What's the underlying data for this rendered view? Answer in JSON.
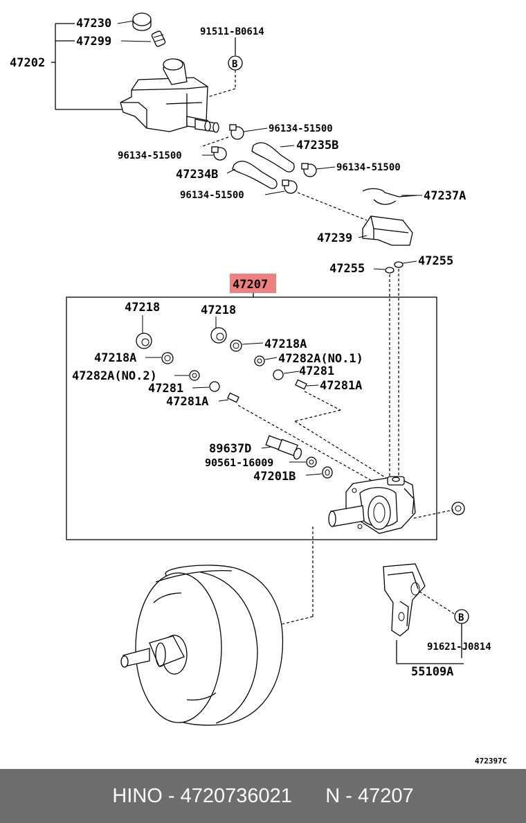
{
  "callouts": {
    "p47230": "47230",
    "p47299": "47299",
    "p47202": "47202",
    "p91511": "91511-B0614",
    "p96134_a": "96134-51500",
    "p96134_b": "96134-51500",
    "p96134_c": "96134-51500",
    "p96134_d": "96134-51500",
    "p47235b": "47235B",
    "p47234b": "47234B",
    "p47237a": "47237A",
    "p47239": "47239",
    "p47255_l": "47255",
    "p47255_r": "47255",
    "p47207": "47207",
    "p47218_l": "47218",
    "p47218_r": "47218",
    "p47218a_r": "47218A",
    "p47218a_l": "47218A",
    "p47282a1": "47282A(NO.1)",
    "p47282a2": "47282A(NO.2)",
    "p47281_r": "47281",
    "p47281_l": "47281",
    "p47281a_r": "47281A",
    "p47281a_l": "47281A",
    "p89637d": "89637D",
    "p90561": "90561-16009",
    "p47201b": "47201B",
    "p91621": "91621-J0814",
    "p55109a": "55109A",
    "ref_b_top": "B",
    "ref_b_bottom": "B",
    "diagram_code": "472397C"
  },
  "highlight_color": "#f08080",
  "footer": {
    "brand": "HINO",
    "part_number": "4720736021",
    "ref": "N - 47207"
  }
}
